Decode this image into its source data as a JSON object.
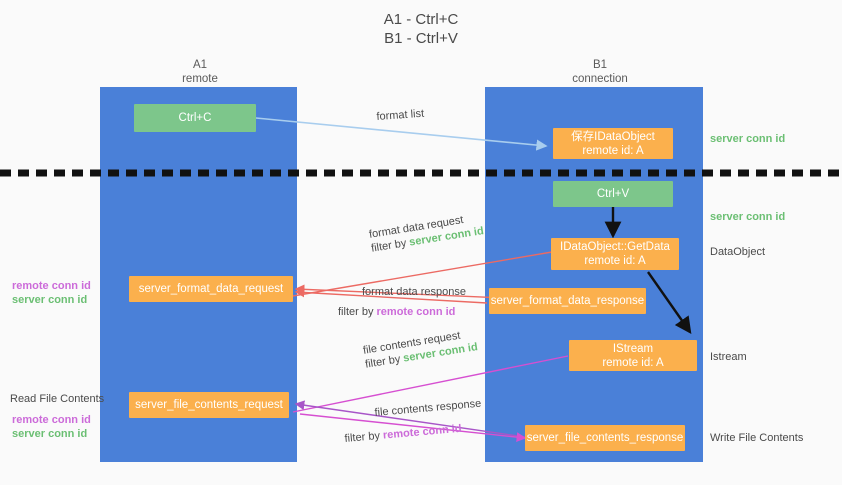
{
  "title": {
    "line1": "A1 - Ctrl+C",
    "line2": "B1 - Ctrl+V"
  },
  "columns": [
    {
      "name": "A1",
      "sub": "remote"
    },
    {
      "name": "B1",
      "sub": "connection"
    }
  ],
  "nodes": {
    "ctrl_c": "Ctrl+C",
    "ctrl_v": "Ctrl+V",
    "idataobject": {
      "line1": "保存IDataObject",
      "line2": "remote id: A"
    },
    "getdata": {
      "line1": "IDataObject::GetData",
      "line2": "remote id: A"
    },
    "istream": {
      "line1": "IStream",
      "line2": "remote id: A"
    },
    "server_format_data_request": "server_format_data_request",
    "server_format_data_response": "server_format_data_response",
    "server_file_contents_request": "server_file_contents_request",
    "server_file_contents_response": "server_file_contents_response"
  },
  "edge_labels": {
    "format_list": "format list",
    "format_data_request": "format data request",
    "format_data_response": "format data response",
    "file_contents_request": "file contents request",
    "file_contents_response": "file contents response",
    "filter_by": "filter by",
    "server_conn_id": "server conn id",
    "remote_conn_id": "remote conn id"
  },
  "side_labels": {
    "right_server_conn_id_top": "server conn id",
    "right_server_conn_id_mid": "server conn id",
    "right_dataobject": "DataObject",
    "right_istream": "Istream",
    "right_write_file_contents": "Write File Contents",
    "left_remote_conn_id_1": "remote conn id",
    "left_server_conn_id_1": "server conn id",
    "left_read_file_contents": "Read File Contents",
    "left_remote_conn_id_2": "remote conn id",
    "left_server_conn_id_2": "server conn id"
  },
  "colors": {
    "lane": "#4a80d8",
    "orange": "#fbb04d",
    "green_node": "#7dc68b",
    "green_text": "#6bbf73",
    "purple_text": "#cc6bd9",
    "arrow_blue": "#a8cdee",
    "arrow_red": "#ec6a63",
    "arrow_magenta": "#d64fd1",
    "arrow_purple": "#a855c8",
    "arrow_black": "#111111",
    "divider": "#111111"
  }
}
